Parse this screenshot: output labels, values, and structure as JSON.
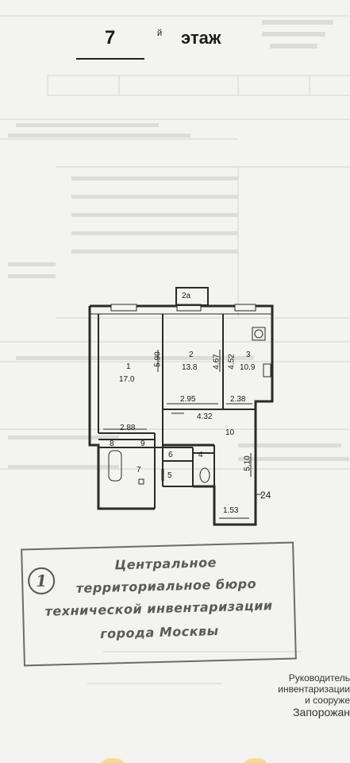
{
  "header": {
    "floor_number": "7",
    "floor_suffix": "й",
    "floor_word": "этаж"
  },
  "rooms": [
    {
      "number": "1",
      "area": "17.0"
    },
    {
      "number": "2",
      "area": "13.8"
    },
    {
      "number": "3",
      "area": "10.9"
    },
    {
      "number": "2а"
    },
    {
      "number": "4"
    },
    {
      "number": "5"
    },
    {
      "number": "6"
    },
    {
      "number": "7"
    },
    {
      "number": "8"
    },
    {
      "number": "9"
    },
    {
      "number": "10"
    }
  ],
  "dimensions": [
    "5.90",
    "4.67",
    "4.52",
    "2.95",
    "2.38",
    "4.32",
    "2.88",
    "5.10",
    "1.53"
  ],
  "marker": "24",
  "stamp": {
    "number": "1",
    "lines": [
      "Центральное",
      "территориальное бюро",
      "технической инвентаризации",
      "города Москвы"
    ]
  },
  "footer": {
    "lines": [
      "Руководитель",
      "инвентаризации",
      "и сооруже",
      "Запорожан"
    ]
  }
}
